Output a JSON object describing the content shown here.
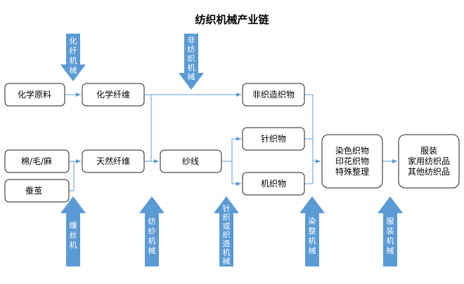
{
  "title": "纺织机械产业链",
  "nodes": {
    "hua_xue_yuan_liao": "化学原料",
    "hua_xue_xian_wei": "化学纤维",
    "mian_mao_ma": "棉/毛/麻",
    "can_jian": "蚕茧",
    "tian_ran_xian_wei": "天然纤维",
    "sha_xian": "纱线",
    "fei_zhi_zao_zhi_wu": "非织造织物",
    "zhen_zhi_wu": "针织物",
    "ji_zhi_wu": "机织物",
    "ran_zheng": [
      "染色织物",
      "印花织物",
      "特殊整理"
    ],
    "fu_zhuang": [
      "服装",
      "家用纺织品",
      "其他纺织品"
    ]
  },
  "machines": {
    "hua_xian_ji_xie": "化纤机械",
    "fei_fang_zhi_ji_xie": "非纺织机械",
    "sao_si_ji": "缫丝机",
    "fang_sha_ji_xie": "纺纱机械",
    "zhen_zhi_ji_xie": "针织或织造机械",
    "ran_zheng_ji_xie": "染整机械",
    "fu_zhuang_ji_xie": "服装机械"
  },
  "colors": {
    "accent": "#5b9bd5",
    "box_border": "#1f1f1f",
    "text": "#000000"
  }
}
